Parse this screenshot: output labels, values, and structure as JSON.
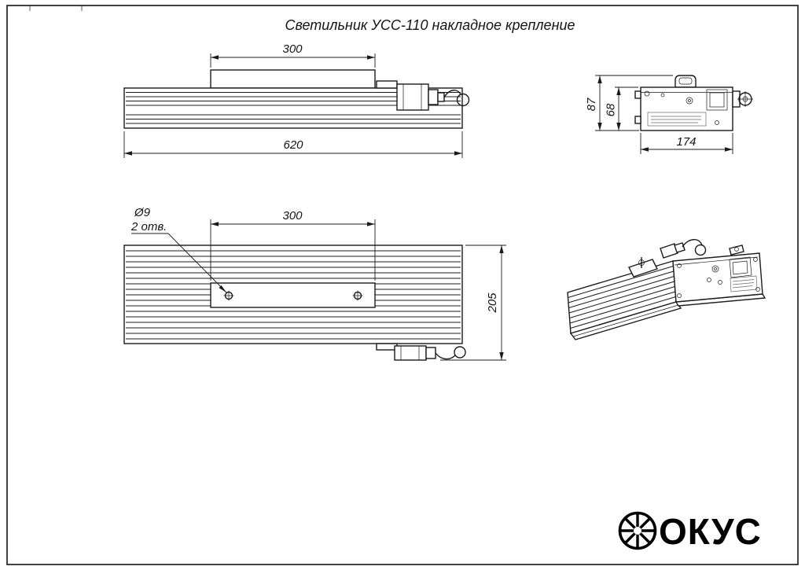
{
  "title": "Светильник УСС-110 накладное крепление",
  "side_view": {
    "dim_bracket": "300",
    "dim_length": "620"
  },
  "end_view": {
    "dim_overall_height": "87",
    "dim_body_height": "68",
    "dim_width": "174"
  },
  "plan_view": {
    "hole_diameter": "Ø9",
    "hole_count": "2 отв.",
    "dim_bracket": "300",
    "dim_depth": "205"
  },
  "logo": {
    "wordmark": "ОКУС"
  },
  "colors": {
    "ink": "#1b1b1b",
    "paper": "#ffffff"
  }
}
